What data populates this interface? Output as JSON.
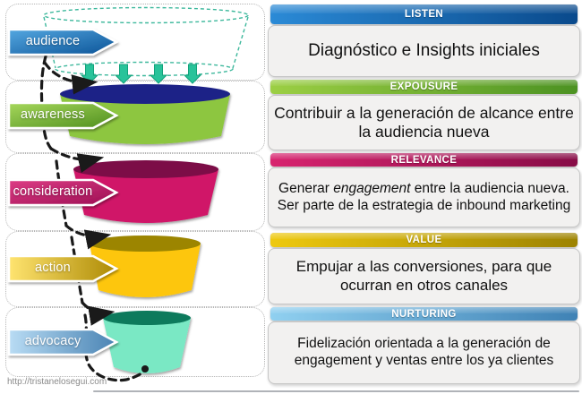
{
  "stages": [
    {
      "label": "audience",
      "header": "LISTEN",
      "body": "Diagnóstico e Insights iniciales"
    },
    {
      "label": "awareness",
      "header": "EXPOUSURE",
      "body": "Contribuir a la generación de alcance entre la audiencia nueva"
    },
    {
      "label": "consideration",
      "header": "RELEVANCE",
      "body_prefix": "Generar ",
      "body_italic": "engagement",
      "body_suffix": " entre la audiencia nueva. Ser parte de la estrategia de inbound marketing"
    },
    {
      "label": "action",
      "header": "VALUE",
      "body": "Empujar a las conversiones, para que ocurran en otros canales"
    },
    {
      "label": "advocacy",
      "header": "NURTURING",
      "body": "Fidelización orientada a la generación de engagement y ventas entre los ya clientes"
    }
  ],
  "footer": {
    "url": "http://tristanelosegui.com"
  },
  "colors": {
    "listen_bar": [
      "#2b8ad6",
      "#0a4a8c"
    ],
    "expousure_bar": [
      "#9ccf44",
      "#4c9222"
    ],
    "relevance_bar": [
      "#d8246f",
      "#870c46"
    ],
    "value_bar": [
      "#eec90f",
      "#9d8302"
    ],
    "nurturing_bar": [
      "#90d0f0",
      "#3f82b5"
    ],
    "bucket_awareness": "#8dc63f",
    "bucket_awareness_top": "#1f2187",
    "bucket_consideration": "#d01368",
    "bucket_consideration_top": "#7c0b47",
    "bucket_action": "#fdc608",
    "bucket_action_top": "#9c8500",
    "bucket_advocacy": "#7ae8c4",
    "bucket_advocacy_top": "#0a7a5b",
    "dashed_funnel": "#3db89c",
    "drop_arrows": "#29c39a",
    "flow_line": "#1a1a1a"
  }
}
